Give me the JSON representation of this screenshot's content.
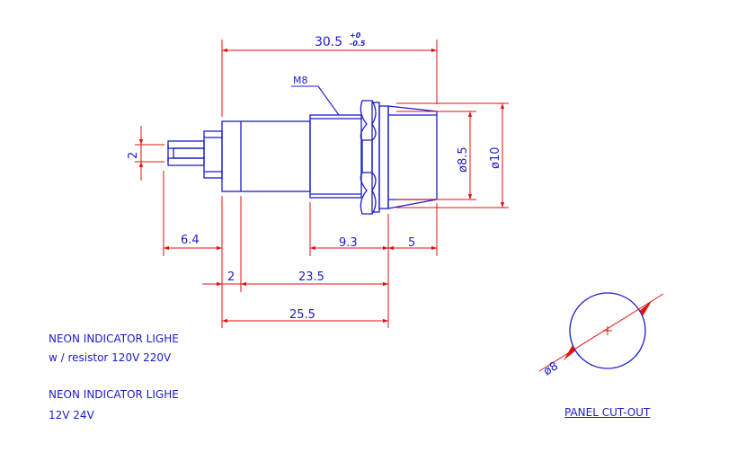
{
  "dimensions": {
    "overall_length": "30.5",
    "tol_plus": "+0",
    "tol_minus": "-0.5",
    "thread": "M8",
    "pin_height": "2",
    "pin_length": "6.4",
    "body_gap": "2",
    "body_to_flange": "23.5",
    "body_total": "25.5",
    "thread_length": "9.3",
    "bezel_length": "5",
    "bezel_inner_dia": "ø8.5",
    "bezel_outer_dia": "ø10",
    "cutout_dia": "ø8"
  },
  "notes": {
    "line1": "NEON INDICATOR LIGHE",
    "line2": "w / resistor 120V 220V",
    "line3": "NEON INDICATOR LIGHE",
    "line4": "12V 24V"
  },
  "panel": {
    "label": "PANEL CUT-OUT"
  },
  "colors": {
    "outline": "#1c1cc8",
    "dimension": "#e01010"
  }
}
